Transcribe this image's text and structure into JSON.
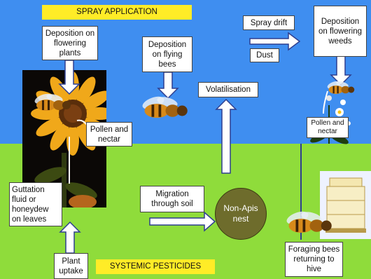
{
  "banners": {
    "spray": "SPRAY APPLICATION",
    "systemic": "SYSTEMIC PESTICIDES"
  },
  "labels": {
    "deposition_flowering_plants": "Deposition on flowering plants",
    "deposition_flying_bees": "Deposition on flying bees",
    "spray_drift": "Spray drift",
    "dust": "Dust",
    "deposition_flowering_weeds": "Deposition on flowering weeds",
    "volatilisation": "Volatilisation",
    "pollen_nectar_left": "Pollen and nectar",
    "pollen_nectar_right": "Pollen and nectar",
    "guttation": "Guttation fluid or honeydew on leaves",
    "migration": "Migration through soil",
    "non_apis_nest": "Non-Apis nest",
    "plant_uptake": "Plant uptake",
    "foraging_bees": "Foraging bees returning to hive"
  },
  "colors": {
    "sky": "#3f8ef0",
    "grass": "#8fdc3b",
    "banner": "#ffec27",
    "nest": "#6e6c2c",
    "arrow_fill": "#ffffff",
    "arrow_stroke": "#2f3f8f"
  }
}
